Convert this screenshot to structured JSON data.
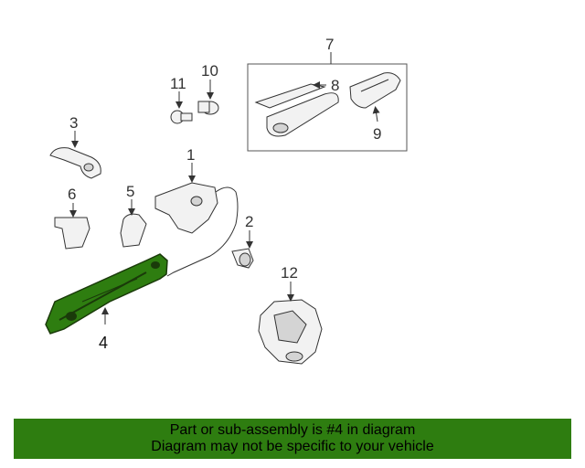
{
  "diagram": {
    "callouts": {
      "c1": "1",
      "c2": "2",
      "c3": "3",
      "c4": "4",
      "c5": "5",
      "c6": "6",
      "c7": "7",
      "c8": "8",
      "c9": "9",
      "c10": "10",
      "c11": "11",
      "c12": "12"
    },
    "highlight_color": "#2e7d10"
  },
  "banner": {
    "line1": "Part or sub-assembly is #4 in diagram",
    "line2": "Diagram may not be specific to your vehicle",
    "background": "#2e7d10"
  }
}
